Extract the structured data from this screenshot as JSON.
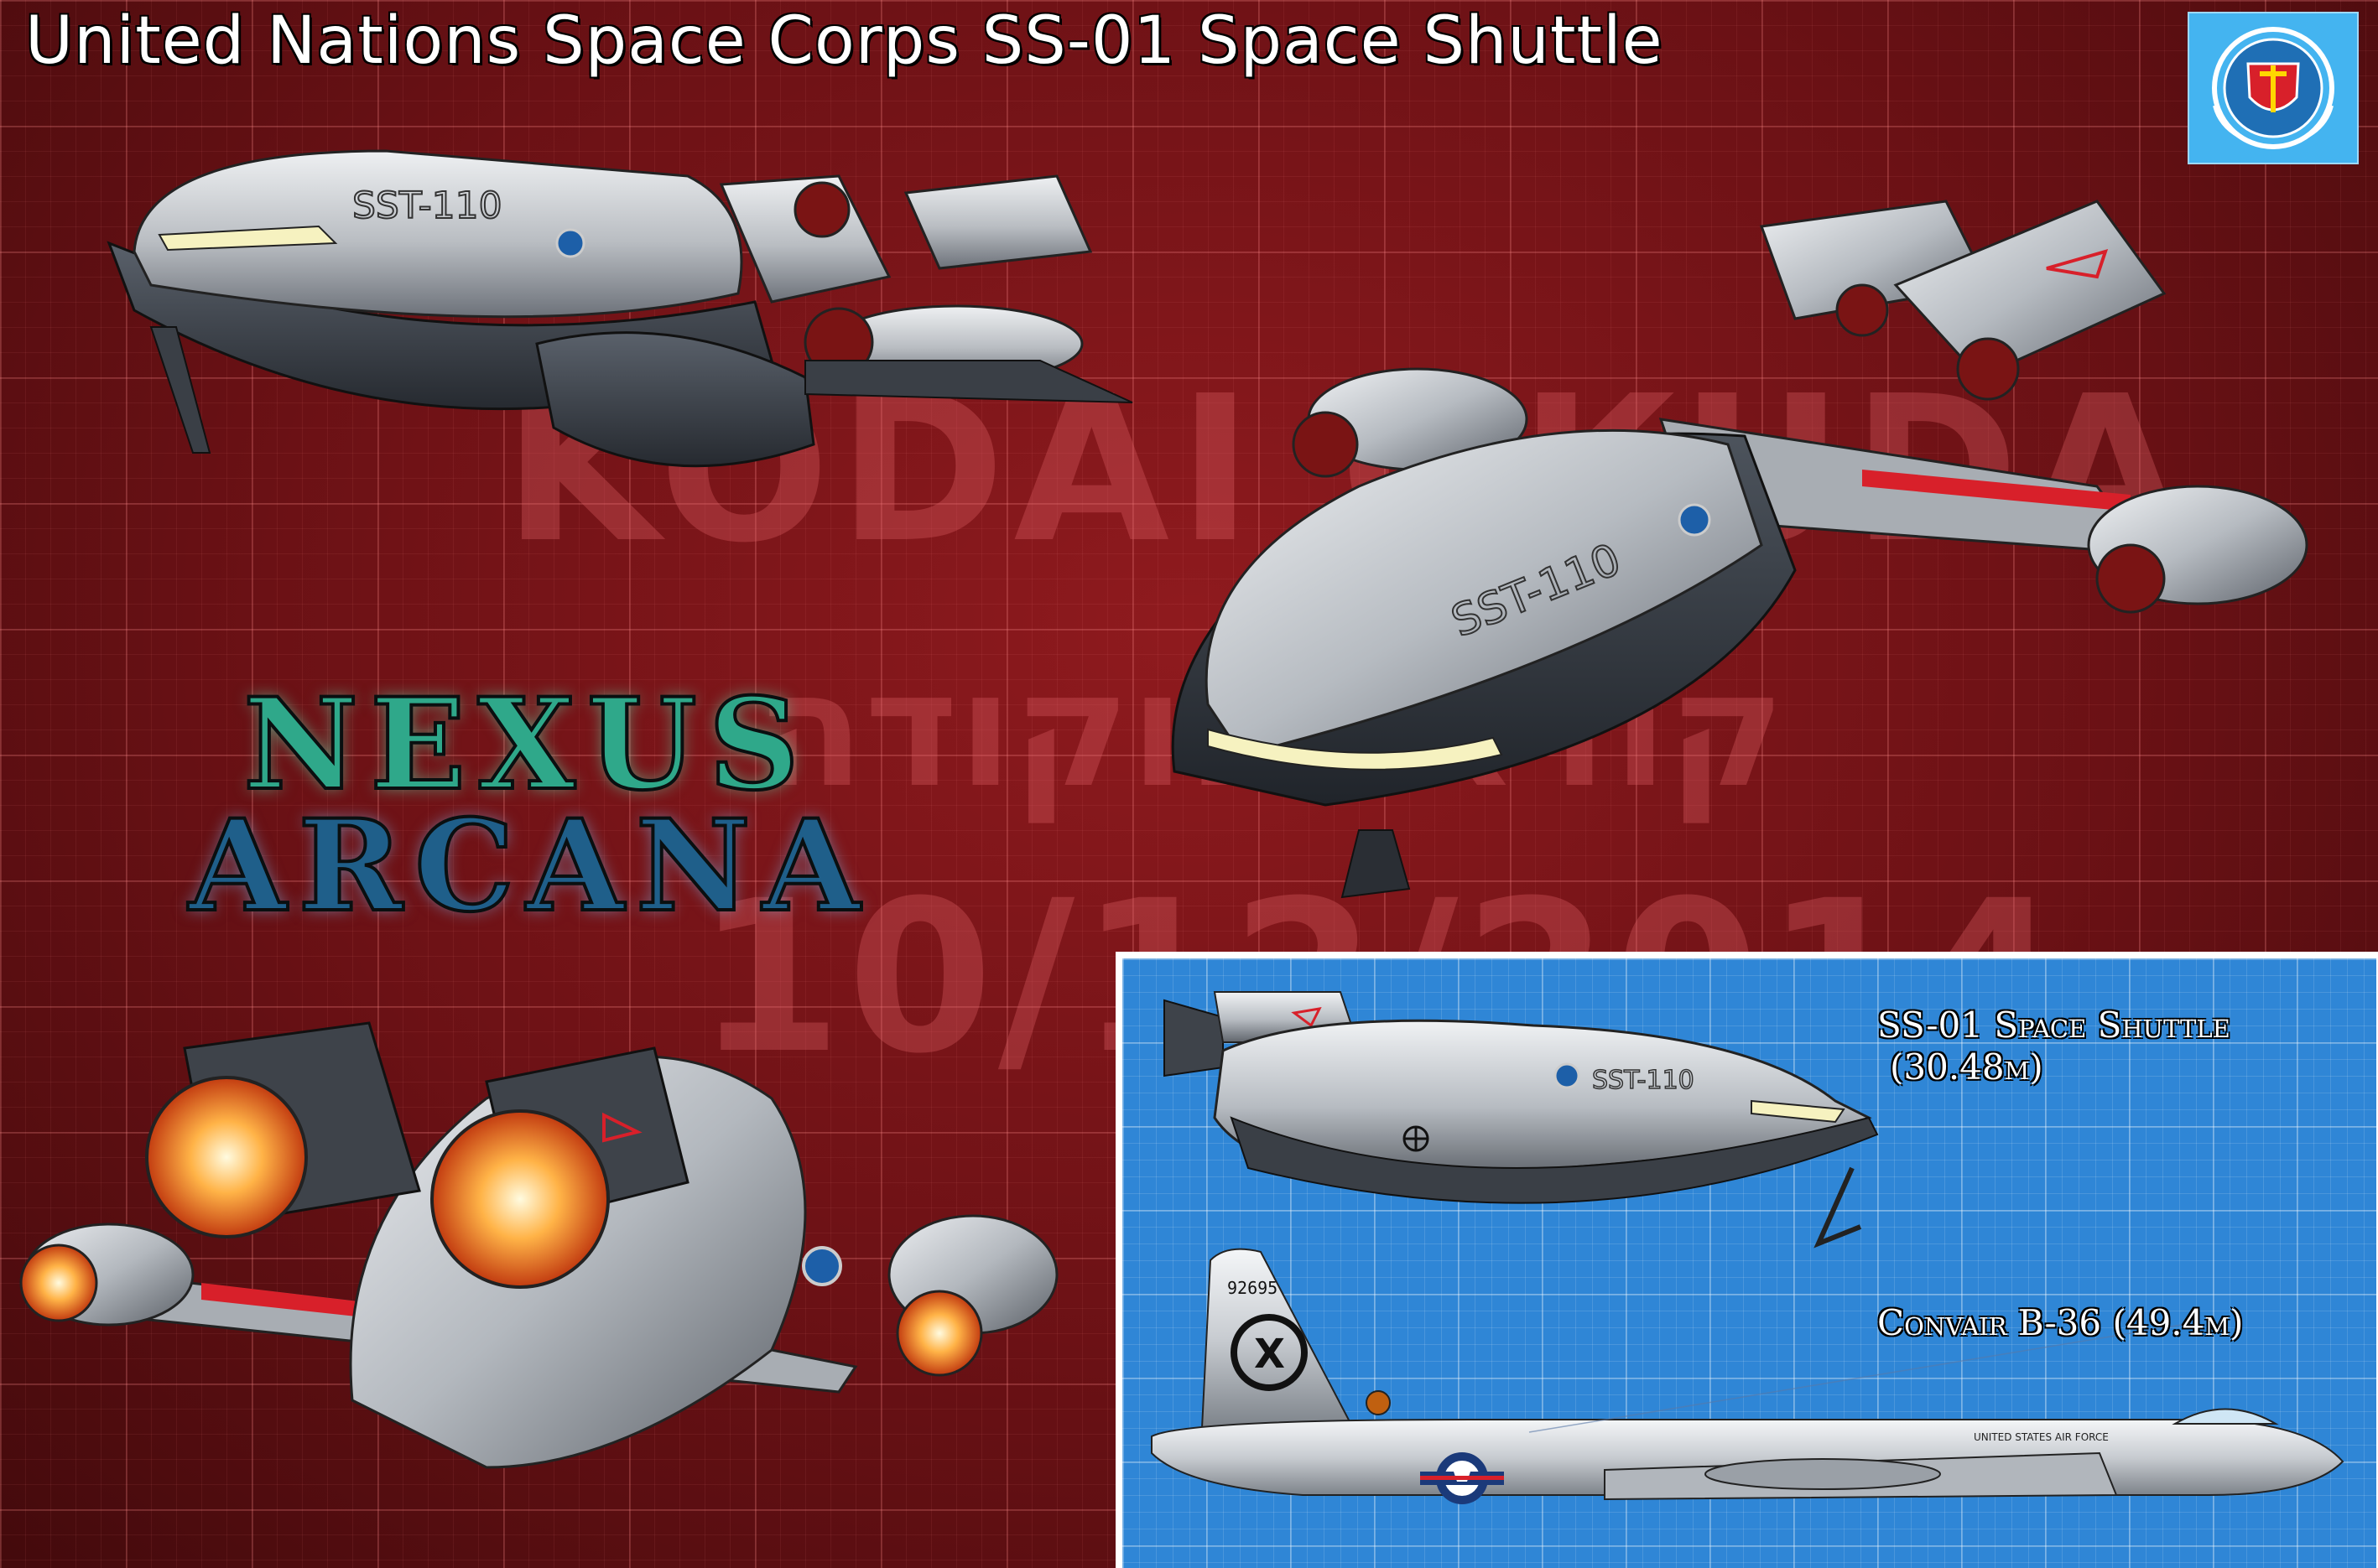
{
  "title": "United Nations Space Corps SS-01 Space Shuttle",
  "watermark": {
    "name": "KODAI OKUDA",
    "hebrew": "קודאי אוקודה",
    "date": "10/12/2014"
  },
  "logo": {
    "line1": "NEXUS",
    "line2": "ARCANA"
  },
  "comparison": {
    "shuttle_label": "SS-01 Space Shuttle",
    "shuttle_length": "(30.48m)",
    "b36_label": "Convair B-36 (49.4m)"
  },
  "markings": {
    "hull_code": "SST-110",
    "tail_number": "92695",
    "tail_letter": "X",
    "fuselage_text": "UNITED STATES AIR FORCE"
  },
  "colors": {
    "background": "#6b1115",
    "panel": "#2f86d6",
    "hull": "#c9ccd0",
    "hull_dark": "#4a4f56",
    "accent_red": "#d8202a",
    "engine_glow": "#ffb347"
  },
  "icons": {
    "emblem": "un-space-corps-emblem"
  }
}
